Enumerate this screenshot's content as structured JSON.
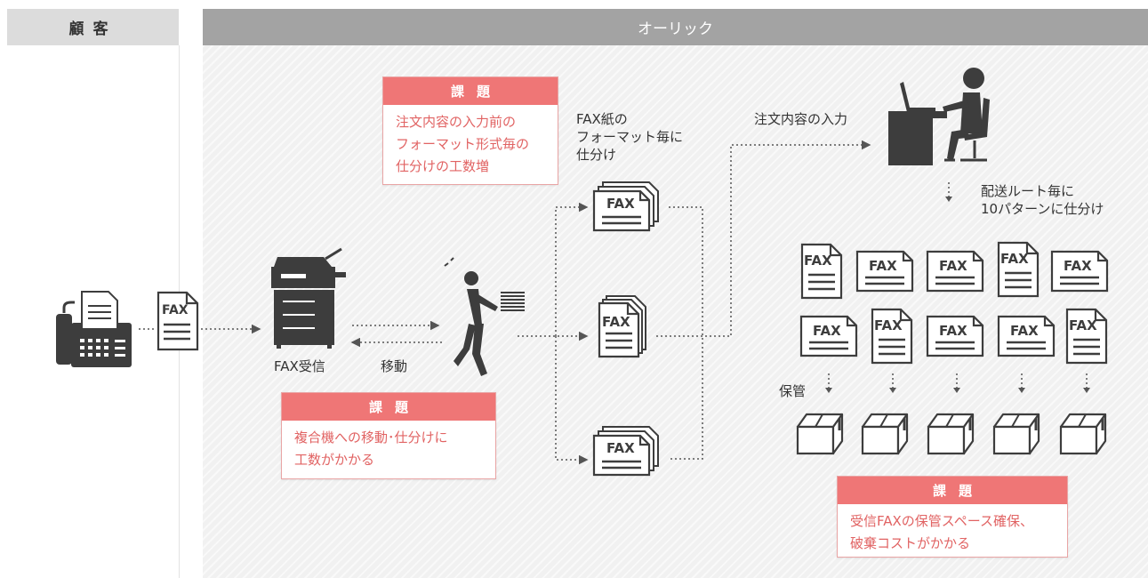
{
  "header": {
    "customer": "顧客",
    "olic": "オーリック"
  },
  "labels": {
    "fax_doc": "FAX",
    "fax_receive": "FAX受信",
    "move": "移動",
    "sort_by_format": "FAX紙の\nフォーマット毎に\n仕分け",
    "order_input": "注文内容の入力",
    "sort_by_route": "配送ルート毎に\n10パターンに仕分け",
    "storage": "保管"
  },
  "issues": {
    "issue1": {
      "title": "課題",
      "body": "注文内容の入力前の\nフォーマット形式毎の\n仕分けの工数増"
    },
    "issue2": {
      "title": "課題",
      "body": "複合機への移動･仕分けに\n工数がかかる"
    },
    "issue3": {
      "title": "課題",
      "body": "受信FAXの保管スペース確保、\n破棄コストがかかる"
    }
  },
  "colors": {
    "accent": "#ef7676",
    "issue_text": "#e16363",
    "icon": "#3d3d3d",
    "header": "#a3a3a3"
  }
}
